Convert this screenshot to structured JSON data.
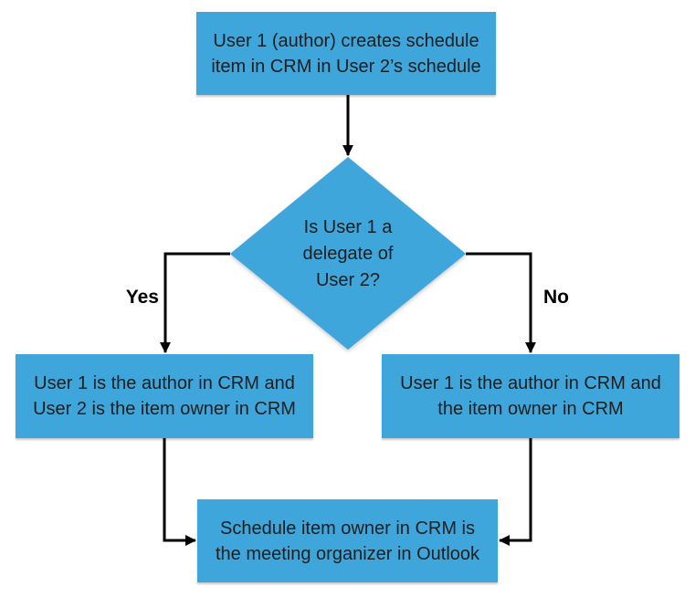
{
  "diagram": {
    "title": "CRM schedule item ownership flowchart",
    "colors": {
      "node_fill": "#3EA6DB",
      "node_text": "#1e1e1e",
      "connector": "#000000",
      "background": "#ffffff"
    },
    "nodes": {
      "start": {
        "type": "process",
        "text": "User 1 (author) creates schedule item in CRM in User 2’s schedule",
        "lines": [
          "User 1 (author) creates schedule",
          "item in CRM in User 2’s schedule"
        ]
      },
      "decision": {
        "type": "decision",
        "text": "Is User 1 a delegate of User 2?",
        "lines": [
          "Is User 1 a",
          "delegate of",
          "User 2?"
        ]
      },
      "yes_branch": {
        "type": "process",
        "text": "User 1 is the author in CRM and User 2 is the item owner in CRM",
        "lines": [
          "User 1 is the author in CRM and",
          "User 2 is the item owner in CRM"
        ]
      },
      "no_branch": {
        "type": "process",
        "text": "User 1 is the author in CRM and the item owner in CRM",
        "lines": [
          "User 1 is the author in CRM and",
          "the item owner in CRM"
        ]
      },
      "end": {
        "type": "process",
        "text": "Schedule item owner in CRM is the meeting organizer in Outlook",
        "lines": [
          "Schedule item owner in CRM is",
          "the meeting organizer in Outlook"
        ]
      }
    },
    "edge_labels": {
      "yes": "Yes",
      "no": "No"
    }
  }
}
